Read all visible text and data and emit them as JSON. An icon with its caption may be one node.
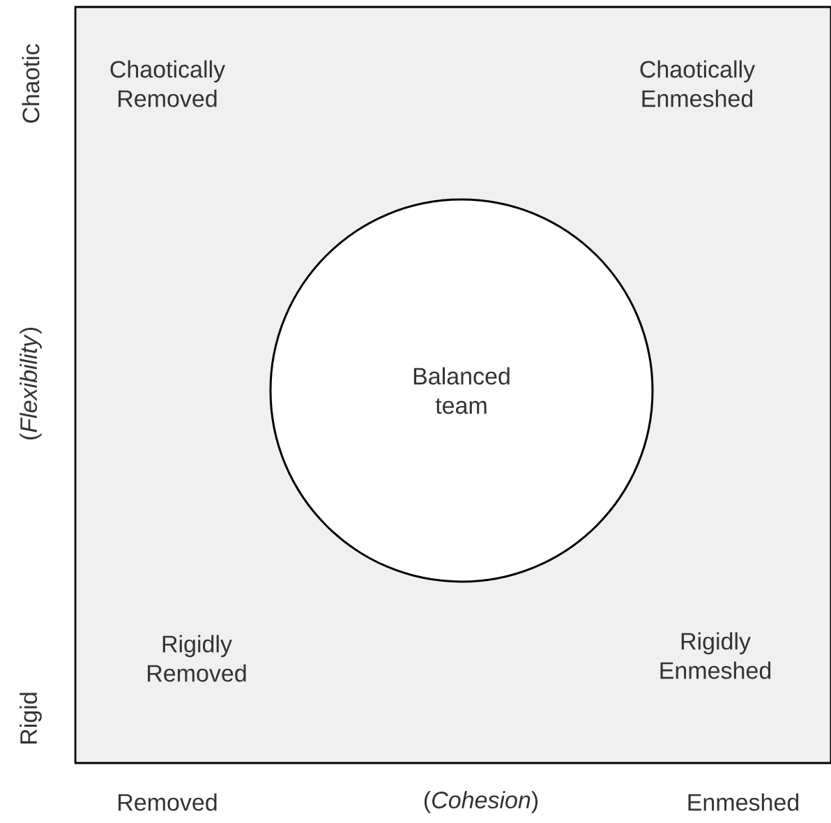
{
  "diagram": {
    "nodes": [
      {
        "text": [
          "Chaotically Removed",
          "Chaotically Enmeshed",
          "Rigidly Removed",
          "Rigidly Enmeshed"
        ]
      },
      {
        "text": [
          "Balanced team"
        ],
        "in": 0
      }
    ],
    "labels": [
      "Chaotic",
      "(*Flexibility*)",
      "Rigid",
      "Removed",
      "(*Cohesion*)",
      "Enmeshed"
    ]
  }
}
